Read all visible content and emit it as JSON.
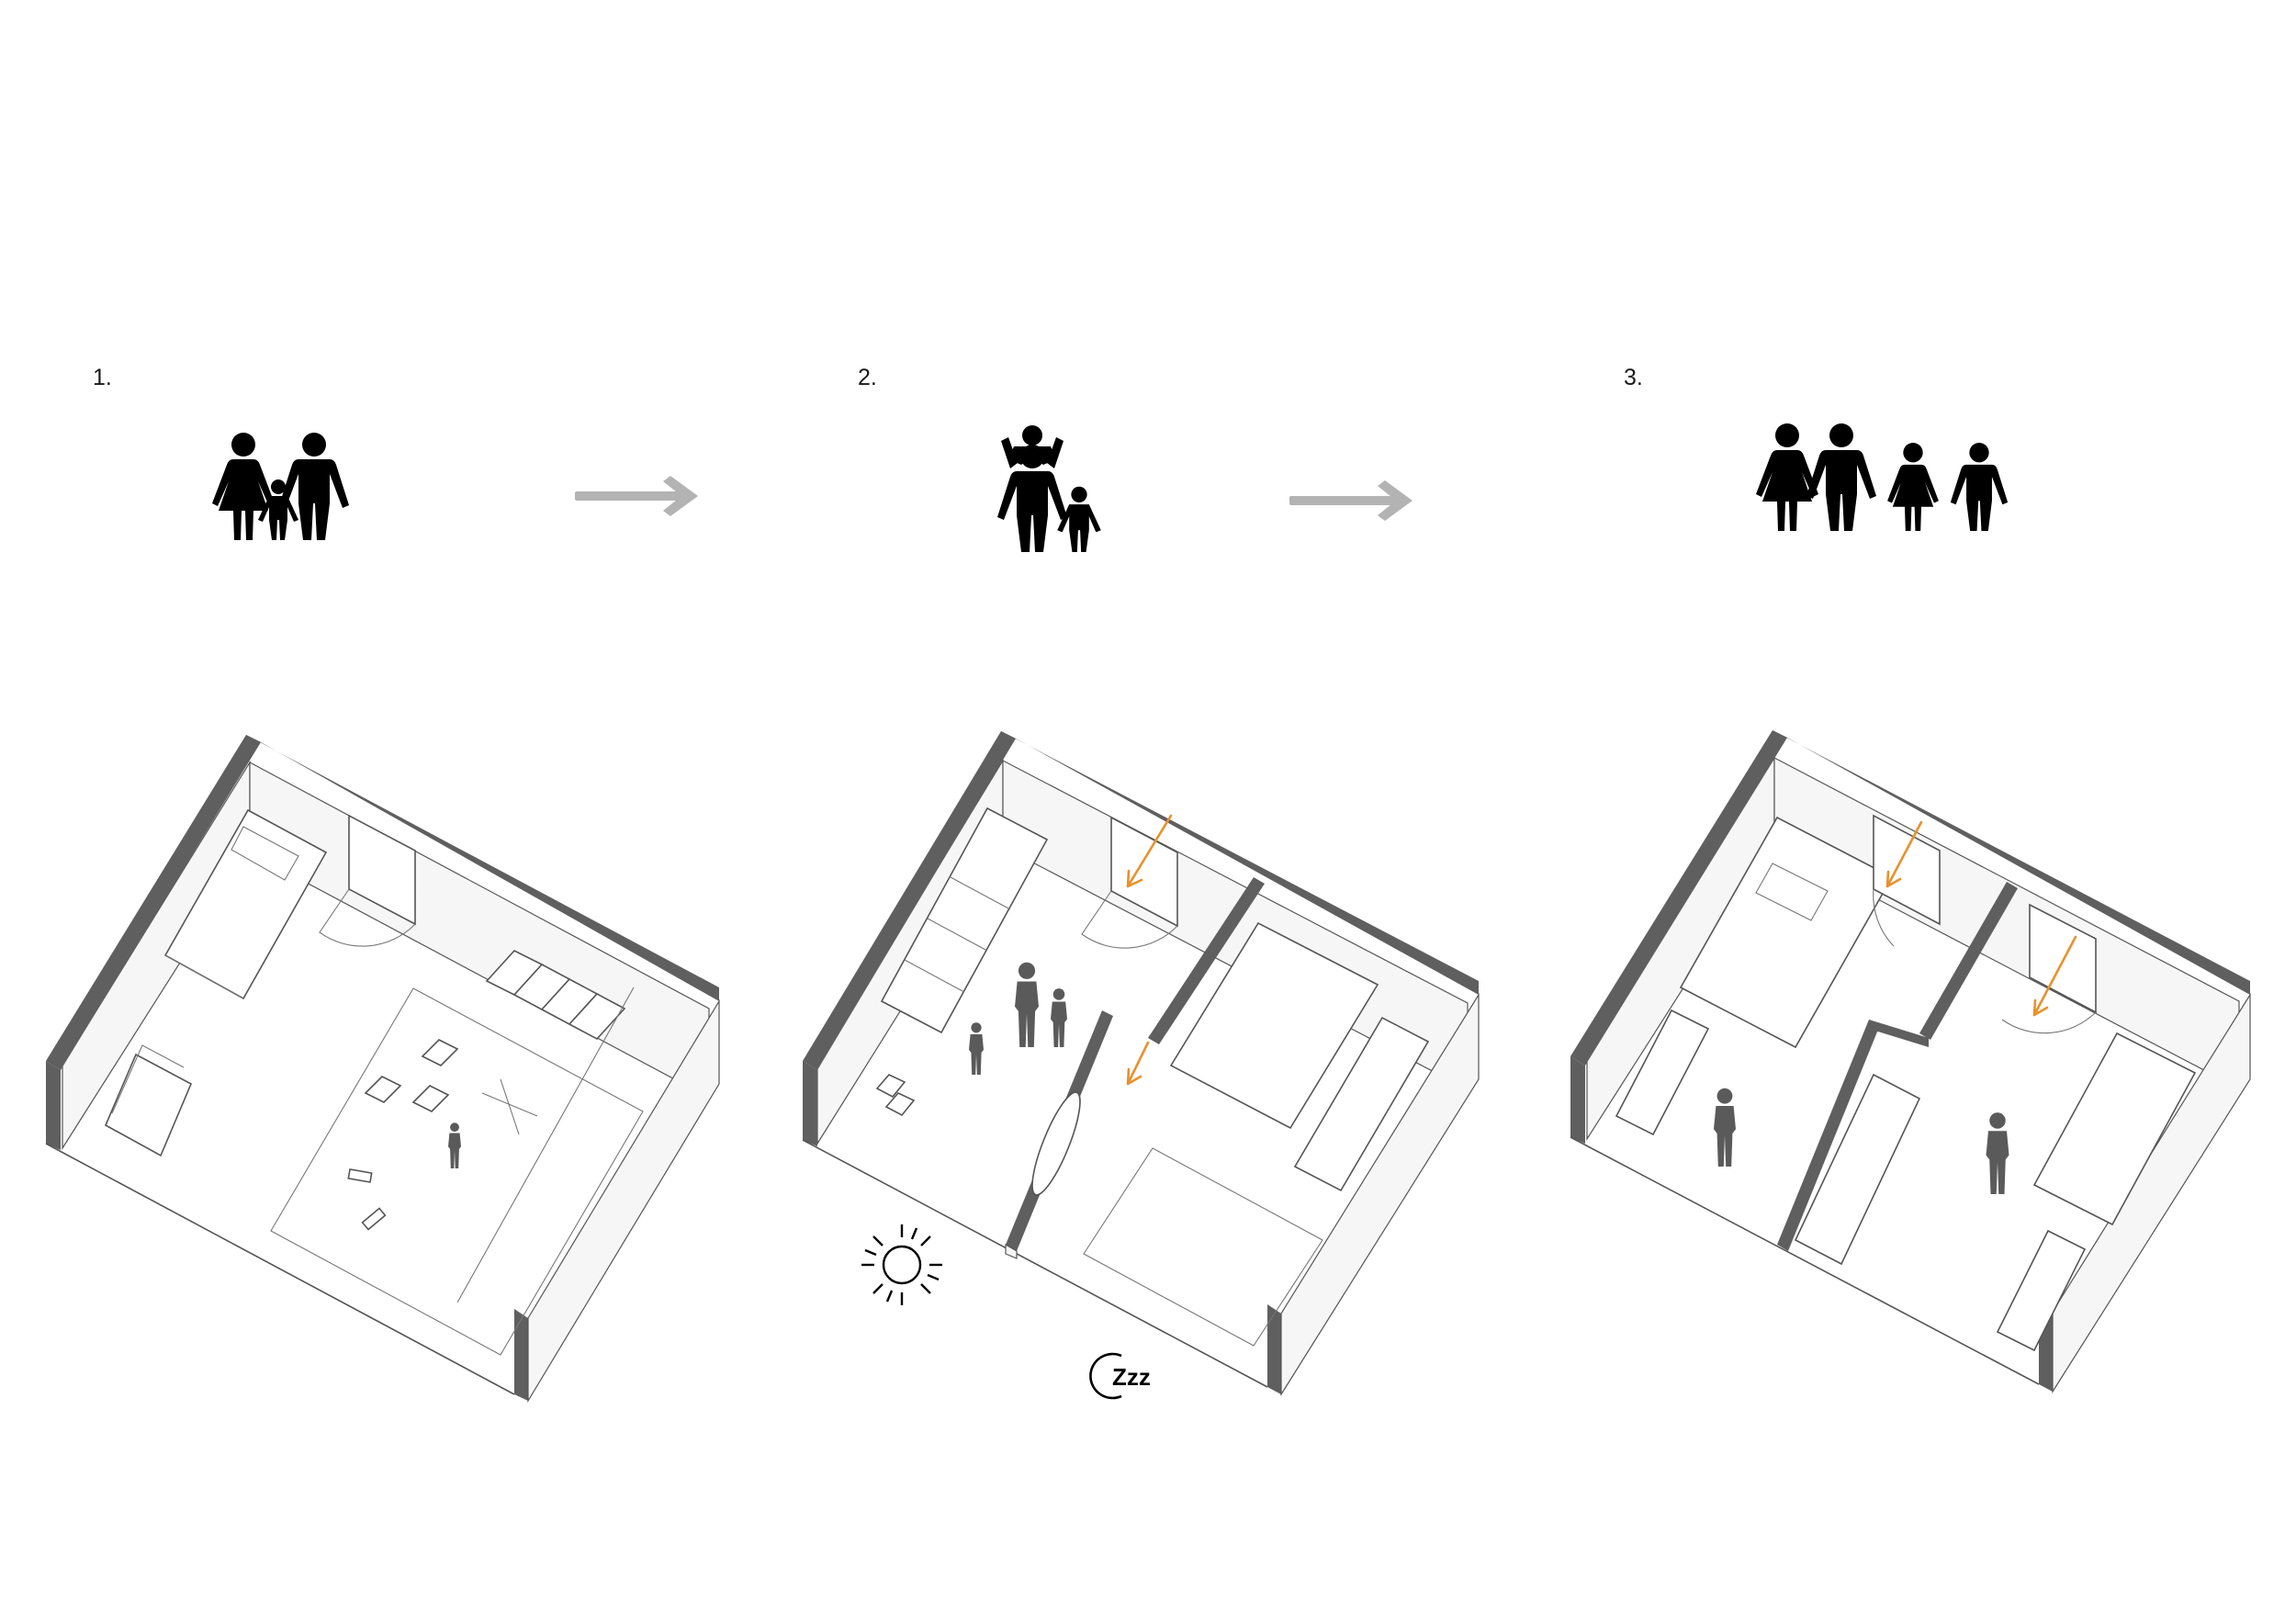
{
  "steps": [
    {
      "number": "1.",
      "icon": "family-parents-one-child-icon"
    },
    {
      "number": "2.",
      "icon": "parent-carrying-children-icon"
    },
    {
      "number": "3.",
      "icon": "family-four-adults-icon"
    }
  ],
  "transition_icon": "right-arrow-icon",
  "symbols": {
    "day": "sun-icon",
    "night": "sleep-moon-icon",
    "sleep_text": "Zzz"
  },
  "colors": {
    "wall": "#5f5f5f",
    "accent": "#e8912d",
    "transition_arrow": "#b3b3b3",
    "figure": "#000000"
  }
}
